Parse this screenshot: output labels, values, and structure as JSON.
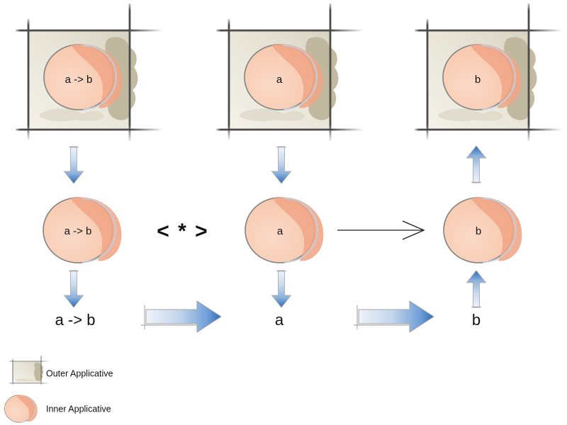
{
  "operator": "< * >",
  "columns": [
    {
      "key": "function",
      "box_label": "a -> b",
      "circle_label": "a -> b",
      "value_label": "a -> b"
    },
    {
      "key": "argument",
      "box_label": "a",
      "circle_label": "a",
      "value_label": "a"
    },
    {
      "key": "result",
      "box_label": "b",
      "circle_label": "b",
      "value_label": "b"
    }
  ],
  "legend": {
    "items": [
      {
        "label": "Outer Applicative"
      },
      {
        "label": "Inner Applicative"
      }
    ]
  },
  "colors": {
    "background": "#ffffff",
    "outer_box_fill": "#e8e5d8",
    "outer_blob": "#bdb59a",
    "inner_circle_fill": "#f8cbb1",
    "inner_blob": "#f0a686",
    "circle_outline": "#828282",
    "rim_highlight": "#c5ccd9",
    "grid_line": "#4c4c4c",
    "arrow_gradient_start": "#eef3fa",
    "arrow_gradient_end": "#2e6cb5",
    "text": "#111111"
  }
}
